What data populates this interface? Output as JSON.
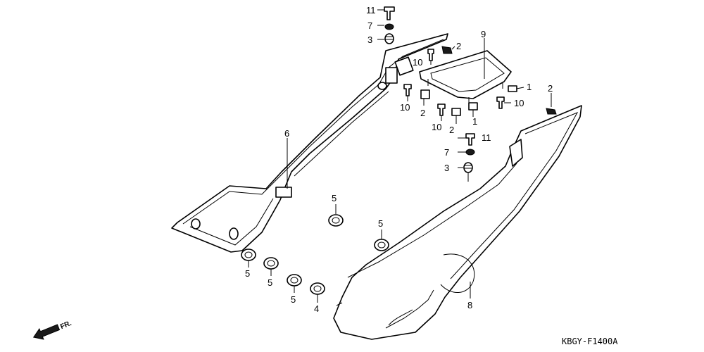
{
  "diagram": {
    "drawing_code": "KBGY-F1400A",
    "direction_label": "FR.",
    "callouts": [
      "1",
      "1",
      "2",
      "2",
      "2",
      "2",
      "3",
      "3",
      "4",
      "5",
      "5",
      "5",
      "5",
      "5",
      "6",
      "7",
      "7",
      "8",
      "9",
      "10",
      "10",
      "10",
      "10",
      "11",
      "11"
    ]
  }
}
